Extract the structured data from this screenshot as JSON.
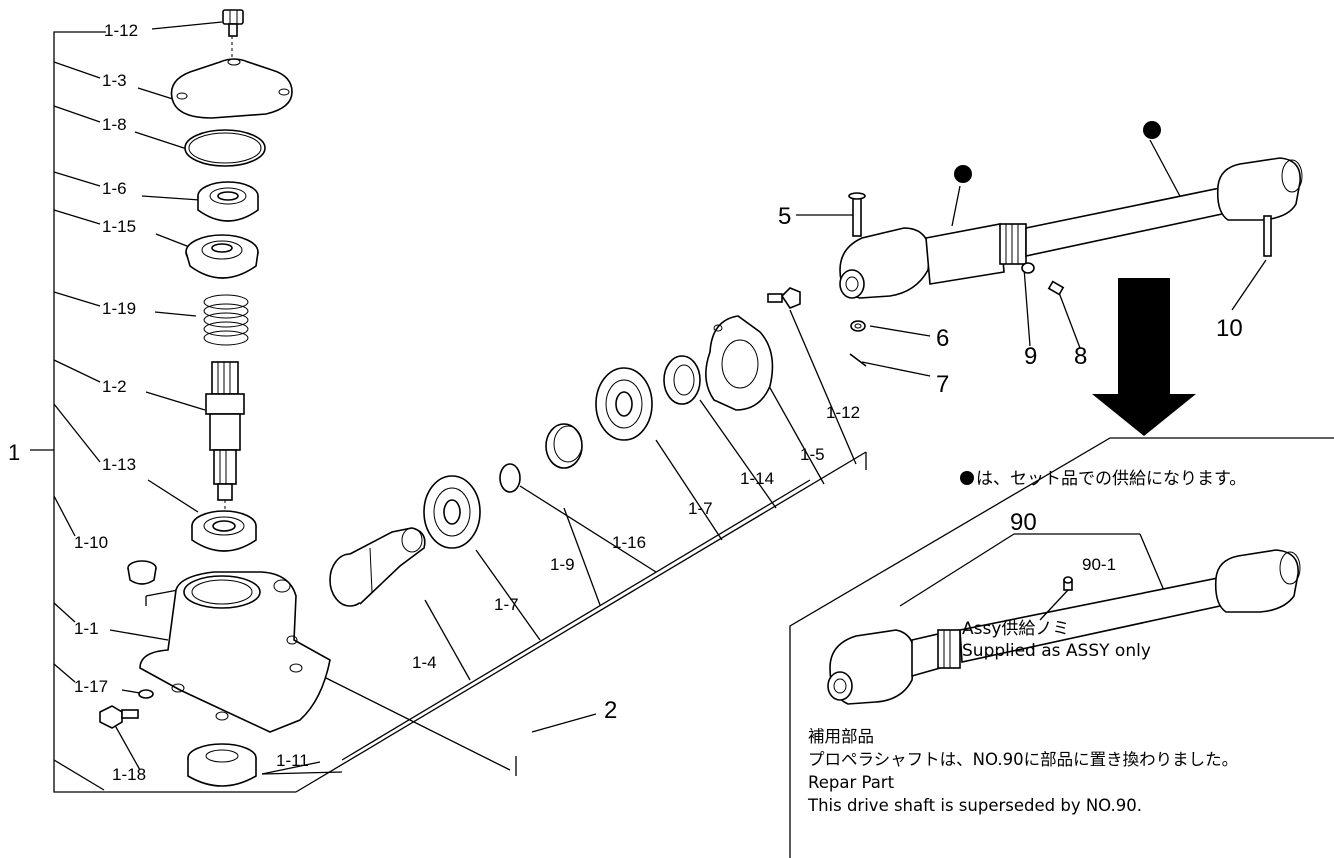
{
  "callouts": {
    "assembly": "1",
    "c1_12_top": "1-12",
    "c1_3": "1-3",
    "c1_8": "1-8",
    "c1_6": "1-6",
    "c1_15": "1-15",
    "c1_19": "1-19",
    "c1_2": "1-2",
    "c1_13": "1-13",
    "c1_10": "1-10",
    "c1_1": "1-1",
    "c1_17": "1-17",
    "c1_18": "1-18",
    "c1_11": "1-11",
    "c1_4": "1-4",
    "c1_7_a": "1-7",
    "c1_9": "1-9",
    "c1_16": "1-16",
    "c1_7_b": "1-7",
    "c1_14": "1-14",
    "c1_5": "1-5",
    "c1_12_side": "1-12",
    "c2": "2",
    "c5": "5",
    "c6": "6",
    "c7": "7",
    "c8": "8",
    "c9": "9",
    "c10": "10",
    "c90": "90",
    "c90_1": "90-1"
  },
  "notes": {
    "set_supply": "は、セット品での供給になります。",
    "assy_jp": "Assy供給ノミ",
    "assy_en": "Supplied as ASSY only",
    "repair_jp_title": "補用部品",
    "repair_jp_text": "プロペラシャフトは、NO.90に部品に置き換わりました。",
    "repair_en_title": "Repar Part",
    "repair_en_text": "This drive shaft is superseded by NO.90."
  }
}
